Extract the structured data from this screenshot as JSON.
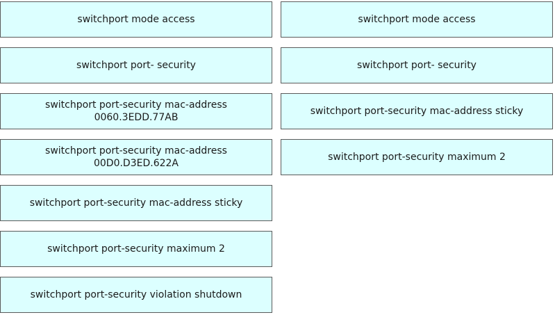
{
  "left_items": [
    {
      "label": "switchport mode access"
    },
    {
      "label": "switchport port- security"
    },
    {
      "label": "switchport port-security mac-address 0060.3EDD.77AB"
    },
    {
      "label": "switchport port-security mac-address 00D0.D3ED.622A"
    },
    {
      "label": "switchport port-security mac-address sticky"
    },
    {
      "label": "switchport port-security maximum 2"
    },
    {
      "label": "switchport port-security violation shutdown"
    }
  ],
  "right_items": [
    {
      "label": "switchport mode access"
    },
    {
      "label": "switchport port- security"
    },
    {
      "label": "switchport port-security mac-address sticky"
    },
    {
      "label": "switchport port-security maximum 2"
    }
  ],
  "colors": {
    "box_fill": "#dcffff",
    "box_border": "#5a5a5a",
    "text": "#1a1a1a"
  }
}
